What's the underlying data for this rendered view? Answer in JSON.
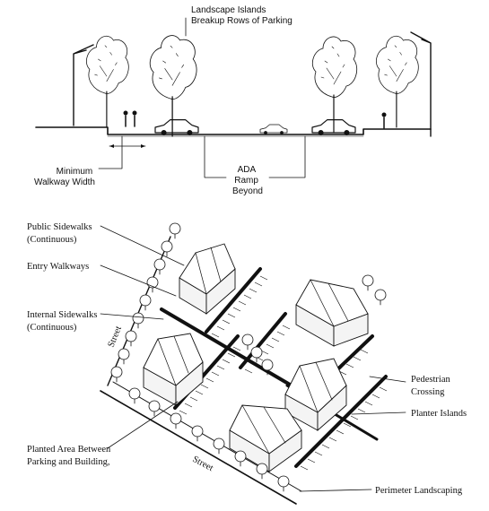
{
  "section": {
    "labels": {
      "landscape_islands_line1": "Landscape Islands",
      "landscape_islands_line2": "Breakup Rows of Parking",
      "min_walkway_line1": "Minimum",
      "min_walkway_line2": "Walkway Width",
      "ada_line1": "ADA",
      "ada_line2": "Ramp",
      "ada_line3": "Beyond"
    }
  },
  "plan": {
    "labels": {
      "public_sidewalks_line1": "Public Sidewalks",
      "public_sidewalks_line2": "(Continuous)",
      "entry_walkways": "Entry Walkways",
      "internal_sidewalks_line1": "Internal Sidewalks",
      "internal_sidewalks_line2": "(Continuous)",
      "planted_area_line1": "Planted Area Between",
      "planted_area_line2": "Parking and Building,",
      "pedestrian_crossing_line1": "Pedestrian",
      "pedestrian_crossing_line2": "Crossing",
      "planter_islands": "Planter Islands",
      "perimeter_landscaping": "Perimeter Landscaping",
      "street_left": "Street",
      "street_bottom": "Street"
    }
  }
}
